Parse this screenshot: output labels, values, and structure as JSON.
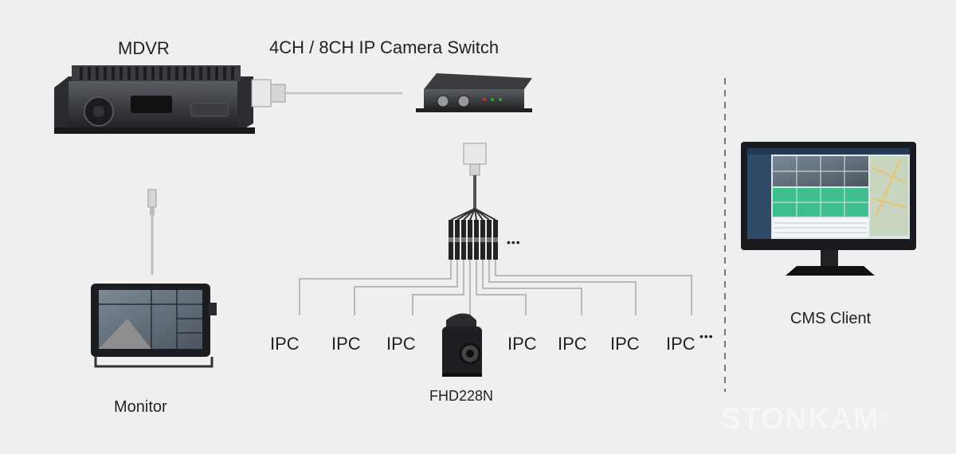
{
  "labels": {
    "mdvr": "MDVR",
    "switch": "4CH / 8CH IP Camera Switch",
    "monitor": "Monitor",
    "cms_client": "CMS Client",
    "camera_model": "FHD228N",
    "ipc": "IPC",
    "ellipsis": "•••"
  },
  "watermark": {
    "brand": "STONKAM",
    "reg": "®"
  }
}
